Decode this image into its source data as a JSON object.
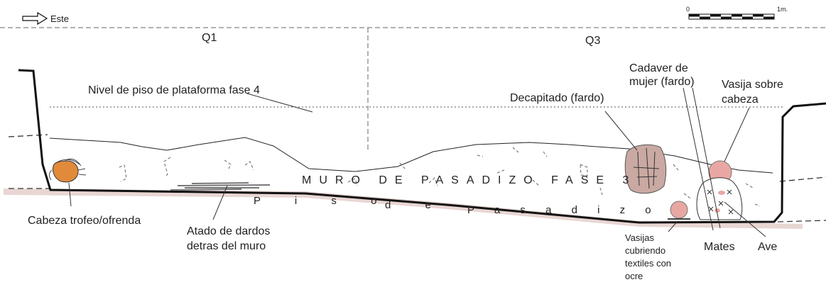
{
  "direction": {
    "label": "Este"
  },
  "scale": {
    "start_label": "0",
    "end_label": "1m."
  },
  "quadrants": {
    "left": "Q1",
    "right": "Q3"
  },
  "labels": {
    "nivel_piso": "Nivel de piso de plataforma fase 4",
    "decapitado": "Decapitado (fardo)",
    "cadaver_line1": "Cadaver de",
    "cadaver_line2": "mujer (fardo)",
    "vasija_line1": "Vasija sobre",
    "vasija_line2": "cabeza",
    "muro": "MURO DE PASADIZO FASE 3",
    "piso_words": [
      "P i s o",
      "d e",
      "P a s a d i z o"
    ],
    "cabeza": "Cabeza trofeo/ofrenda",
    "atado_line1": "Atado de dardos",
    "atado_line2": "detras del muro",
    "vasijas_lines": [
      "Vasijas",
      "cubriendo",
      "textiles con",
      "ocre"
    ],
    "mates": "Mates",
    "ave": "Ave"
  },
  "colors": {
    "floor_band": "#e8d6d3",
    "fardo_fill": "#c9a9a2",
    "vessel_fill": "#e9a7a3",
    "head_fill": "#e08a3a",
    "line": "#111111"
  }
}
